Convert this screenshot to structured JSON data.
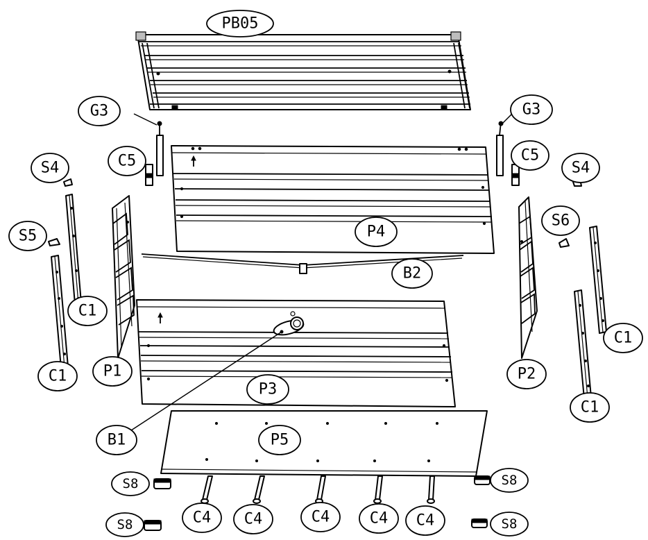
{
  "figure": {
    "labels": {
      "pb05": "PB05",
      "g3_left": "G3",
      "g3_right": "G3",
      "c5_left": "C5",
      "c5_right": "C5",
      "s4_left": "S4",
      "s4_right": "S4",
      "s5": "S5",
      "s6": "S6",
      "p4": "P4",
      "b2": "B2",
      "c1_left_inner": "C1",
      "c1_left_outer": "C1",
      "c1_right_inner": "C1",
      "c1_right_outer": "C1",
      "p1": "P1",
      "p2": "P2",
      "p3": "P3",
      "b1": "B1",
      "p5": "P5",
      "s8_top_left": "S8",
      "s8_top_right": "S8",
      "s8_bottom_left": "S8",
      "s8_bottom_right": "S8",
      "c4_1": "C4",
      "c4_2": "C4",
      "c4_3": "C4",
      "c4_4": "C4",
      "c4_5": "C4"
    }
  }
}
